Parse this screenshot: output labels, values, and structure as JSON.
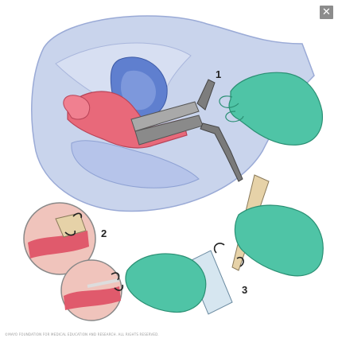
{
  "viewer": {
    "close_icon_glyph": "✕"
  },
  "illustration": {
    "step_labels": [
      "1",
      "2",
      "3"
    ],
    "credit": "©MAYO FOUNDATION FOR MEDICAL EDUCATION AND RESEARCH. ALL RIGHTS RESERVED.",
    "colors": {
      "tissue_blue": "#c9d4ec",
      "tissue_blue_dark": "#8fa2d4",
      "uterus_pink": "#e8697a",
      "glove_green": "#4fc4a6",
      "speculum_gray": "#9a9a9a",
      "swab_tan": "#e6d2a8"
    }
  }
}
